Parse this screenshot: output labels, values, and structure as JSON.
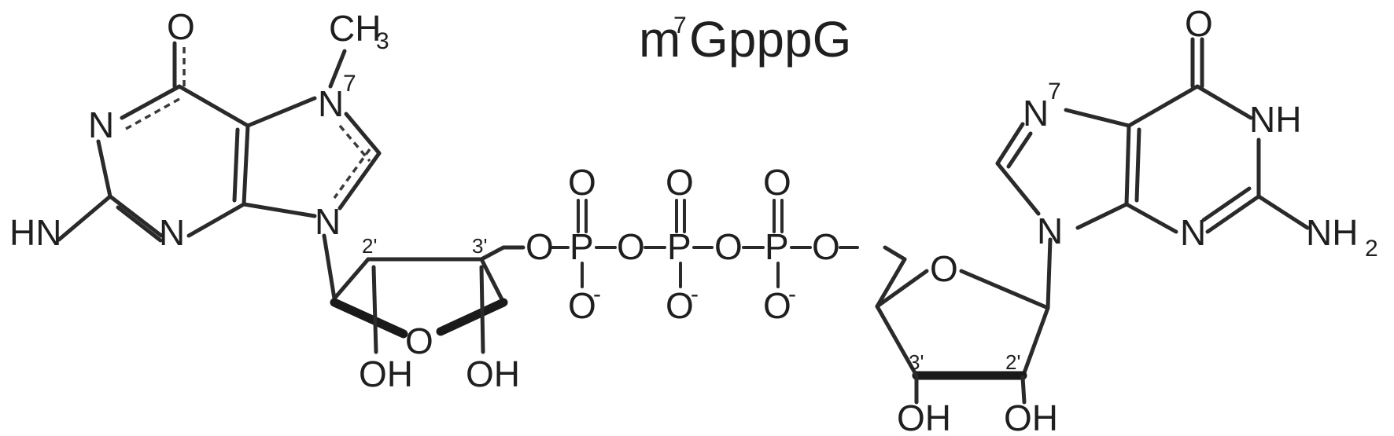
{
  "diagram": {
    "title": {
      "base": "m",
      "superscript": "7",
      "rest": "GpppG"
    },
    "left_guanine": {
      "oxygen": "O",
      "n1": "N",
      "n3": "N",
      "amine": "HN",
      "n7": "N",
      "n7_label": "7",
      "n9": "N",
      "methyl": "CH",
      "methyl_sub": "3"
    },
    "left_ribose": {
      "prime2": "2'",
      "prime3": "3'",
      "ring_oxygen": "O",
      "oh_2": "OH",
      "oh_3": "OH"
    },
    "triphosphate": {
      "o_link_1": "O",
      "p1": "P",
      "o_top_1": "O",
      "o_minus_1": "O",
      "o_link_2": "O",
      "p2": "P",
      "o_top_2": "O",
      "o_minus_2": "O",
      "o_link_3": "O",
      "p3": "P",
      "o_top_3": "O",
      "o_minus_3": "O",
      "o_link_4": "O",
      "charge": "-"
    },
    "right_ribose": {
      "ring_oxygen": "O",
      "prime3": "3'",
      "prime2": "2'",
      "oh_3": "OH",
      "oh_2": "OH"
    },
    "right_guanine": {
      "oxygen": "O",
      "n7": "N",
      "n7_label": "7",
      "nh": "NH",
      "n9": "N",
      "n3": "N",
      "amine": "NH",
      "amine_sub": "2"
    }
  }
}
